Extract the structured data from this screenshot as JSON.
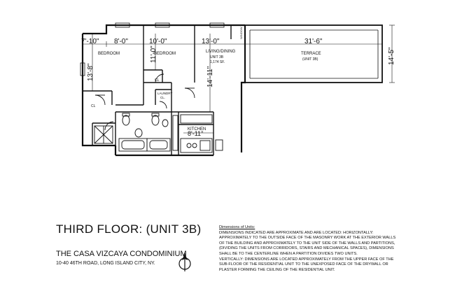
{
  "dimensions": {
    "w1": "7'-10\"",
    "w2": "8'-0\"",
    "w3": "10'-0\"",
    "w4": "13'-0\"",
    "w5": "31'-6\"",
    "h_left": "13'-8\"",
    "h_mid": "11'-0\"",
    "h_center": "14'-11\"",
    "h_right": "14'-5\"",
    "kitchen_w": "8'-11\""
  },
  "rooms": {
    "bedroom1": "BEDROOM",
    "bedroom2": "BEDROOM",
    "living": "LIVING/DINING",
    "unit": "UNIT 3B",
    "area": "1,174 SF.",
    "terrace": "TERRACE",
    "terrace_sub": "(UNIT 3B)",
    "kitchen": "KITCHEN",
    "closet1": "CL",
    "closet2": "CL",
    "laundry1": "LAUNDRY",
    "laundry2": "CL.",
    "window": "WINDOW"
  },
  "footer": {
    "title": "THIRD FLOOR: (UNIT 3B)",
    "project": "THE CASA VIZCAYA CONDOMINIUM",
    "address": "10-40 46TH ROAD, LONG ISLAND CITY, NY."
  },
  "notes": {
    "heading": "Dimensions of Units:",
    "lines": [
      "DIMENSIONS INDICATED ARE APPROXIMATE AND ARE LOCATED: HORIZONTALLY:",
      "APPROXIMATELY TO THE OUTSIDE FACE OF THE MASONRY WORK AT THE EXTERIOR WALLS",
      "OF THE BUILDING AND APPROXIMATELY TO THE UNIT SIDE OF THE WALLS AND PARTITIONS,",
      "(DIVIDING THE UNITS FROM CORRIDORS, STAIRS AND MECHANICAL SPACES), DIMENSIONS",
      "SHALL BE TO THE CENTERLINE WHEN A PARTITION DIVIDES TWO UNITS.",
      "VERTICALLY: DIMENSIONS ARE LOCATED APPROXIMATELY FROM THE UPPER FACE OF THE",
      "SUB-FLOOR OF THE RESIDENTIAL UNIT TO THE UNEXPOSED FACE OF THE DRYWALL OR",
      "PLASTER FORMING THE CEILING OF THE RESIDENTIAL UNIT."
    ]
  },
  "colors": {
    "ink": "#111111",
    "paper": "#ffffff"
  }
}
